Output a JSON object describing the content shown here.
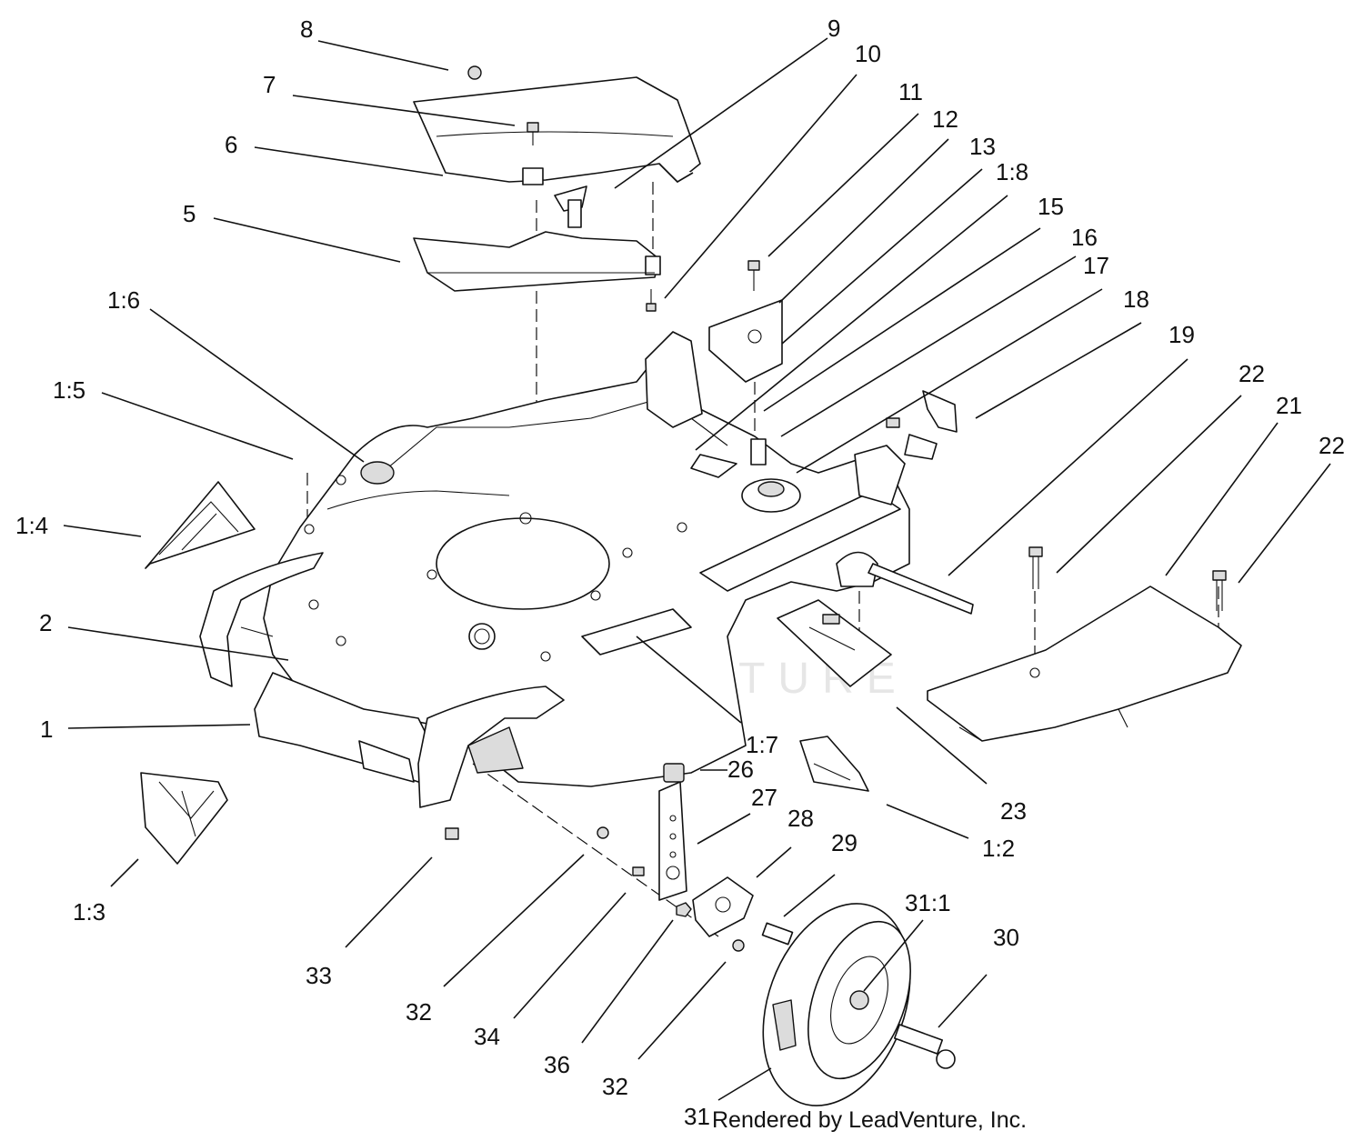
{
  "watermark": "LEADVENTURE",
  "credit": {
    "part_number": "31",
    "text": "Rendered by LeadVenture, Inc."
  },
  "callouts": [
    {
      "id": "c-8",
      "label": "8"
    },
    {
      "id": "c-7",
      "label": "7"
    },
    {
      "id": "c-6",
      "label": "6"
    },
    {
      "id": "c-5",
      "label": "5"
    },
    {
      "id": "c-9",
      "label": "9"
    },
    {
      "id": "c-10",
      "label": "10"
    },
    {
      "id": "c-11",
      "label": "11"
    },
    {
      "id": "c-12",
      "label": "12"
    },
    {
      "id": "c-13",
      "label": "13"
    },
    {
      "id": "c-1-8",
      "label": "1:8"
    },
    {
      "id": "c-15",
      "label": "15"
    },
    {
      "id": "c-16",
      "label": "16"
    },
    {
      "id": "c-17",
      "label": "17"
    },
    {
      "id": "c-18",
      "label": "18"
    },
    {
      "id": "c-19",
      "label": "19"
    },
    {
      "id": "c-22a",
      "label": "22"
    },
    {
      "id": "c-21",
      "label": "21"
    },
    {
      "id": "c-22b",
      "label": "22"
    },
    {
      "id": "c-1-6",
      "label": "1:6"
    },
    {
      "id": "c-1-5",
      "label": "1:5"
    },
    {
      "id": "c-1-4",
      "label": "1:4"
    },
    {
      "id": "c-2",
      "label": "2"
    },
    {
      "id": "c-1",
      "label": "1"
    },
    {
      "id": "c-1-3",
      "label": "1:3"
    },
    {
      "id": "c-1-7",
      "label": "1:7"
    },
    {
      "id": "c-23",
      "label": "23"
    },
    {
      "id": "c-1-2",
      "label": "1:2"
    },
    {
      "id": "c-26",
      "label": "26"
    },
    {
      "id": "c-27",
      "label": "27"
    },
    {
      "id": "c-28",
      "label": "28"
    },
    {
      "id": "c-29",
      "label": "29"
    },
    {
      "id": "c-31-1",
      "label": "31:1"
    },
    {
      "id": "c-30",
      "label": "30"
    },
    {
      "id": "c-33",
      "label": "33"
    },
    {
      "id": "c-32a",
      "label": "32"
    },
    {
      "id": "c-34",
      "label": "34"
    },
    {
      "id": "c-36",
      "label": "36"
    },
    {
      "id": "c-32b",
      "label": "32"
    }
  ]
}
